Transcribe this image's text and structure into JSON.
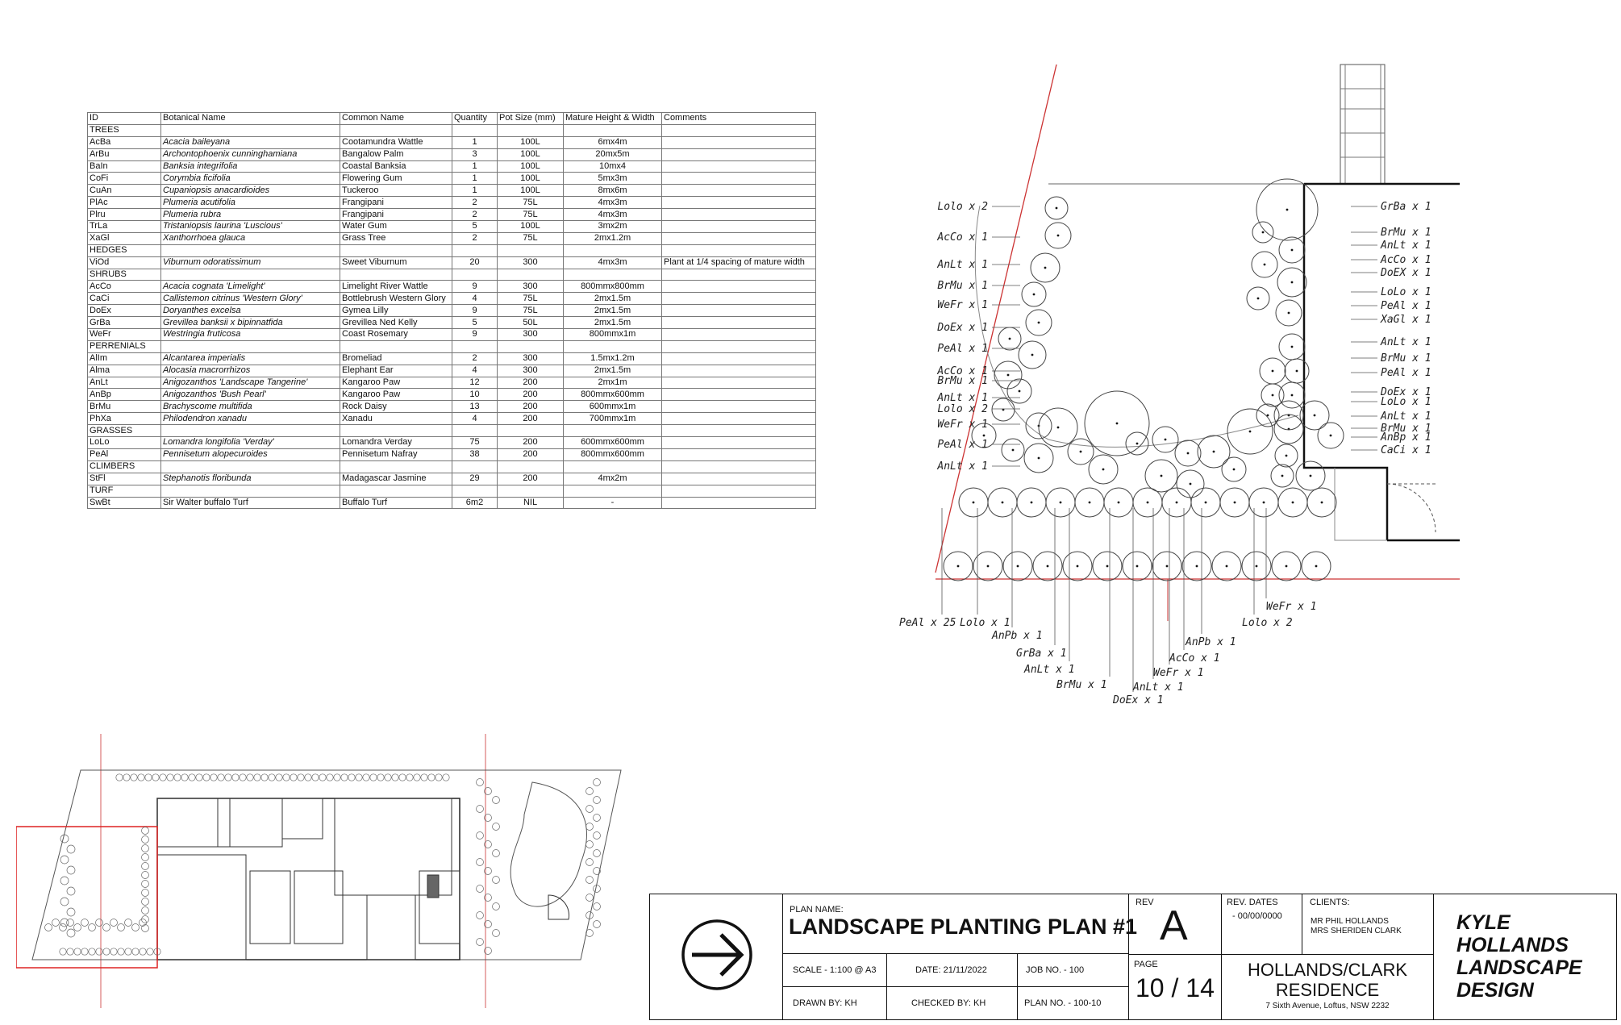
{
  "schedule": {
    "headers": [
      "ID",
      "Botanical Name",
      "Common Name",
      "Quantity",
      "Pot Size (mm)",
      "Mature Height & Width",
      "Comments"
    ],
    "rows": [
      {
        "category": "TREES"
      },
      {
        "id": "AcBa",
        "botanical": "Acacia baileyana",
        "common": "Cootamundra Wattle",
        "qty": "1",
        "pot": "100L",
        "size": "6mx4m",
        "comments": ""
      },
      {
        "id": "ArBu",
        "botanical": "Archontophoenix cunninghamiana",
        "common": "Bangalow Palm",
        "qty": "3",
        "pot": "100L",
        "size": "20mx5m",
        "comments": ""
      },
      {
        "id": "BaIn",
        "botanical": "Banksia integrifolia",
        "common": "Coastal Banksia",
        "qty": "1",
        "pot": "100L",
        "size": "10mx4",
        "comments": ""
      },
      {
        "id": "CoFi",
        "botanical": "Corymbia ficifolia",
        "common": "Flowering Gum",
        "qty": "1",
        "pot": "100L",
        "size": "5mx3m",
        "comments": ""
      },
      {
        "id": "CuAn",
        "botanical": "Cupaniopsis anacardioides",
        "common": "Tuckeroo",
        "qty": "1",
        "pot": "100L",
        "size": "8mx6m",
        "comments": ""
      },
      {
        "id": "PlAc",
        "botanical": "Plumeria acutifolia",
        "common": "Frangipani",
        "qty": "2",
        "pot": "75L",
        "size": "4mx3m",
        "comments": ""
      },
      {
        "id": "Plru",
        "botanical": "Plumeria rubra",
        "common": "Frangipani",
        "qty": "2",
        "pot": "75L",
        "size": "4mx3m",
        "comments": ""
      },
      {
        "id": "TrLa",
        "botanical": "Tristaniopsis laurina 'Luscious'",
        "common": "Water Gum",
        "qty": "5",
        "pot": "100L",
        "size": "3mx2m",
        "comments": ""
      },
      {
        "id": "XaGl",
        "botanical": "Xanthorrhoea glauca",
        "common": "Grass Tree",
        "qty": "2",
        "pot": "75L",
        "size": "2mx1.2m",
        "comments": ""
      },
      {
        "category": "HEDGES"
      },
      {
        "id": "ViOd",
        "botanical": "Viburnum odoratissimum",
        "common": "Sweet Viburnum",
        "qty": "20",
        "pot": "300",
        "size": "4mx3m",
        "comments": "Plant at 1/4 spacing of mature width"
      },
      {
        "category": "SHRUBS"
      },
      {
        "id": "AcCo",
        "botanical": "Acacia cognata 'Limelight'",
        "common": "Limelight River Wattle",
        "qty": "9",
        "pot": "300",
        "size": "800mmx800mm",
        "comments": ""
      },
      {
        "id": "CaCi",
        "botanical": "Callistemon citrinus 'Western Glory'",
        "common": "Bottlebrush Western Glory",
        "qty": "4",
        "pot": "75L",
        "size": "2mx1.5m",
        "comments": ""
      },
      {
        "id": "DoEx",
        "botanical": "Doryanthes excelsa",
        "common": "Gymea Lilly",
        "qty": "9",
        "pot": "75L",
        "size": "2mx1.5m",
        "comments": ""
      },
      {
        "id": "GrBa",
        "botanical": "Grevillea banksii x bipinnatfida",
        "common": "Grevillea Ned Kelly",
        "qty": "5",
        "pot": "50L",
        "size": "2mx1.5m",
        "comments": ""
      },
      {
        "id": "WeFr",
        "botanical": "Westringia fruticosa",
        "common": "Coast Rosemary",
        "qty": "9",
        "pot": "300",
        "size": "800mmx1m",
        "comments": ""
      },
      {
        "category": "PERRENIALS"
      },
      {
        "id": "AlIm",
        "botanical": "Alcantarea imperialis",
        "common": "Bromeliad",
        "qty": "2",
        "pot": "300",
        "size": "1.5mx1.2m",
        "comments": ""
      },
      {
        "id": "Alma",
        "botanical": "Alocasia macrorrhizos",
        "common": "Elephant Ear",
        "qty": "4",
        "pot": "300",
        "size": "2mx1.5m",
        "comments": ""
      },
      {
        "id": "AnLt",
        "botanical": "Anigozanthos 'Landscape Tangerine'",
        "common": "Kangaroo Paw",
        "qty": "12",
        "pot": "200",
        "size": "2mx1m",
        "comments": ""
      },
      {
        "id": "AnBp",
        "botanical": "Anigozanthos 'Bush Pearl'",
        "common": "Kangaroo Paw",
        "qty": "10",
        "pot": "200",
        "size": "800mmx600mm",
        "comments": ""
      },
      {
        "id": "BrMu",
        "botanical": "Brachyscome multifida",
        "common": "Rock Daisy",
        "qty": "13",
        "pot": "200",
        "size": "600mmx1m",
        "comments": ""
      },
      {
        "id": "PhXa",
        "botanical": "Philodendron xanadu",
        "common": "Xanadu",
        "qty": "4",
        "pot": "200",
        "size": "700mmx1m",
        "comments": ""
      },
      {
        "category": "GRASSES"
      },
      {
        "id": "LoLo",
        "botanical": "Lomandra longifolia 'Verday'",
        "common": "Lomandra Verday",
        "qty": "75",
        "pot": "200",
        "size": "600mmx600mm",
        "comments": ""
      },
      {
        "id": "PeAl",
        "botanical": "Pennisetum alopecuroides",
        "common": "Pennisetum Nafray",
        "qty": "38",
        "pot": "200",
        "size": "800mmx600mm",
        "comments": ""
      },
      {
        "category": "CLIMBERS"
      },
      {
        "id": "StFl",
        "botanical": "Stephanotis floribunda",
        "common": "Madagascar Jasmine",
        "qty": "29",
        "pot": "200",
        "size": "4mx2m",
        "comments": ""
      },
      {
        "category": "TURF"
      },
      {
        "id": "SwBt",
        "botanical": "Sir Walter buffalo Turf",
        "common": "Buffalo Turf",
        "qty": "6m2",
        "pot": "NIL",
        "size": "-",
        "comments": ""
      }
    ]
  },
  "plan_labels": {
    "left": [
      "Lolo x 2",
      "AcCo x 1",
      "AnLt x 1",
      "BrMu x 1",
      "WeFr x 1",
      "DoEx x 1",
      "PeAl x 1",
      "AcCo x 1",
      "BrMu x 1",
      "AnLt x 1",
      "Lolo x 2",
      "WeFr x 1",
      "PeAl x 1",
      "AnLt x 1"
    ],
    "right": [
      "GrBa x 1",
      "BrMu x 1",
      "AnLt x 1",
      "AcCo x 1",
      "DoEX x 1",
      "LoLo x 1",
      "PeAl x 1",
      "XaGl x 1",
      "AnLt x 1",
      "BrMu x 1",
      "PeAl x 1",
      "DoEx x 1",
      "LoLo x 1",
      "AnLt x 1",
      "BrMu x 1",
      "AnBp x 1",
      "CaCi x 1"
    ],
    "bottom": [
      "PeAl x 25",
      "Lolo x 1",
      "AnPb x 1",
      "GrBa x 1",
      "AnLt x 1",
      "BrMu x 1",
      "DoEx x 1",
      "AnLt x 1",
      "WeFr x 1",
      "AcCo x 1",
      "AnPb x 1",
      "Lolo x 2",
      "WeFr x 1"
    ]
  },
  "title_block": {
    "plan_name_label": "PLAN NAME:",
    "plan_name": "LANDSCAPE PLANTING PLAN #1",
    "scale": "SCALE - 1:100 @ A3",
    "date": "DATE: 21/11/2022",
    "job_no": "JOB NO. - 100",
    "drawn_by": "DRAWN BY: KH",
    "checked_by": "CHECKED BY: KH",
    "plan_no": "PLAN NO. - 100-10",
    "rev_label": "REV",
    "rev": "A",
    "rev_dates_label": "REV. DATES",
    "rev_dates": "- 00/00/0000",
    "page_label": "PAGE",
    "page": "10 / 14",
    "clients_label": "CLIENTS:",
    "client1": "MR PHIL HOLLANDS",
    "client2": "MRS SHERIDEN CLARK",
    "residence1": "HOLLANDS/CLARK",
    "residence2": "RESIDENCE",
    "address": "7 Sixth Avenue, Loftus, NSW 2232",
    "company1": "KYLE",
    "company2": "HOLLANDS",
    "company3": "LANDSCAPE",
    "company4": "DESIGN",
    "north_icon": "arrow-right-icon"
  }
}
